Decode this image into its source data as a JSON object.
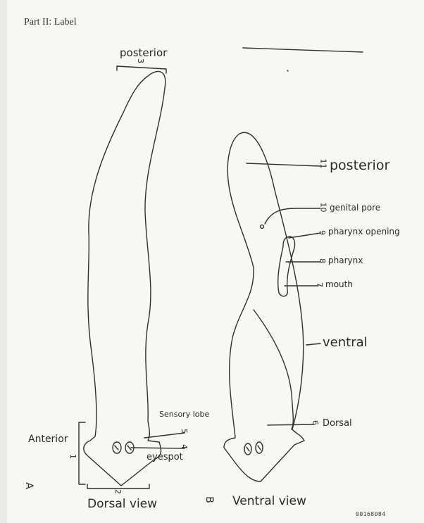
{
  "header": {
    "part_label": "Part II:  Label"
  },
  "figure_a": {
    "letter": "A",
    "caption": "Dorsal view",
    "labels": {
      "posterior": "posterior",
      "anterior": "Anterior",
      "sensory_lobe": "Sensory lobe",
      "eyespot": "eyespot"
    },
    "numbers": {
      "n1": "1",
      "n2": "2",
      "n3": "3",
      "n4": "4",
      "n5": "5"
    }
  },
  "figure_b": {
    "letter": "B",
    "caption": "Ventral view",
    "labels": {
      "posterior": "posterior",
      "genital_pore": "genital pore",
      "pharynx_opening": "pharynx opening",
      "pharynx": "pharynx",
      "mouth": "mouth",
      "ventral": "ventral",
      "dorsal": "Dorsal"
    },
    "numbers": {
      "n6": "6",
      "n7": "7",
      "n8": "8",
      "n9": "9",
      "n10": "10",
      "n11": "11"
    }
  },
  "stamp": "00168084"
}
